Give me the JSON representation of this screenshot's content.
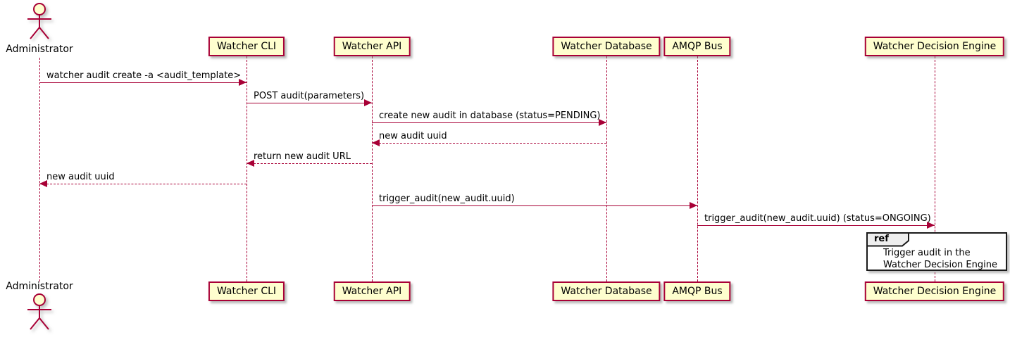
{
  "colors": {
    "accent": "#A80036",
    "participant_fill": "#FEFECE",
    "ref_tag_fill": "#EEEEEE",
    "ref_border": "#1A1A1A",
    "background": "#FFFFFF",
    "text": "#000000"
  },
  "actor": {
    "label": "Administrator"
  },
  "participants": [
    {
      "label": "Watcher CLI"
    },
    {
      "label": "Watcher API"
    },
    {
      "label": "Watcher Database"
    },
    {
      "label": "AMQP Bus"
    },
    {
      "label": "Watcher Decision Engine"
    }
  ],
  "messages": [
    {
      "label": "watcher audit create -a <audit_template>",
      "from": "Administrator",
      "to": "Watcher CLI",
      "line": "solid"
    },
    {
      "label": "POST audit(parameters)",
      "from": "Watcher CLI",
      "to": "Watcher API",
      "line": "solid"
    },
    {
      "label": "create new audit in database (status=PENDING)",
      "from": "Watcher API",
      "to": "Watcher Database",
      "line": "solid"
    },
    {
      "label": "new audit uuid",
      "from": "Watcher Database",
      "to": "Watcher API",
      "line": "dashed"
    },
    {
      "label": "return new audit URL",
      "from": "Watcher API",
      "to": "Watcher CLI",
      "line": "dashed"
    },
    {
      "label": "new audit uuid",
      "from": "Watcher CLI",
      "to": "Administrator",
      "line": "dashed"
    },
    {
      "label": "trigger_audit(new_audit.uuid)",
      "from": "Watcher API",
      "to": "AMQP Bus",
      "line": "solid"
    },
    {
      "label": "trigger_audit(new_audit.uuid) (status=ONGOING)",
      "from": "AMQP Bus",
      "to": "Watcher Decision Engine",
      "line": "solid"
    }
  ],
  "ref_fragment": {
    "keyword": "ref",
    "line1": "Trigger audit in the",
    "line2": "Watcher Decision Engine"
  }
}
